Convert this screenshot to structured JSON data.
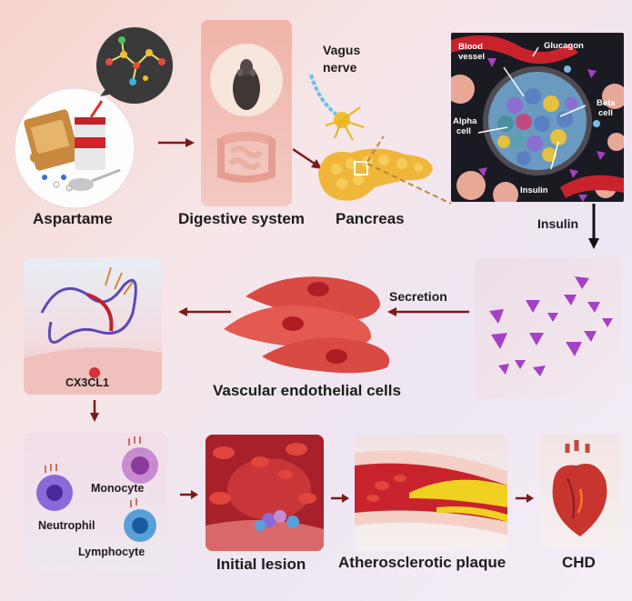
{
  "labels": {
    "aspartame": "Aspartame",
    "digestive_system": "Digestive system",
    "vagus_nerve_line1": "Vagus",
    "vagus_nerve_line2": "nerve",
    "pancreas": "Pancreas",
    "insulin_arrow": "Insulin",
    "secretion": "Secretion",
    "vascular_endothelial_cells": "Vascular endothelial cells",
    "cx3cl1": "CX3CL1",
    "monocyte": "Monocyte",
    "neutrophil": "Neutrophil",
    "lymphocyte": "Lymphocyte",
    "initial_lesion": "Initial lesion",
    "atherosclerotic_plaque": "Atherosclerotic plaque",
    "chd": "CHD"
  },
  "islet_inset": {
    "blood_vessel_line1": "Blood",
    "blood_vessel_line2": "vessel",
    "glucagon": "Glucagon",
    "beta_cell_line1": "Beta",
    "beta_cell_line2": "cell",
    "alpha_cell_line1": "Alpha",
    "alpha_cell_line2": "cell",
    "insulin": "Insulin"
  },
  "colors": {
    "arrow": "#7a1a1a",
    "black_arrow": "#111111",
    "insulin_triangle": "#a640c4",
    "vessel_red": "#c8232c",
    "plaque_yellow": "#f0d020"
  }
}
